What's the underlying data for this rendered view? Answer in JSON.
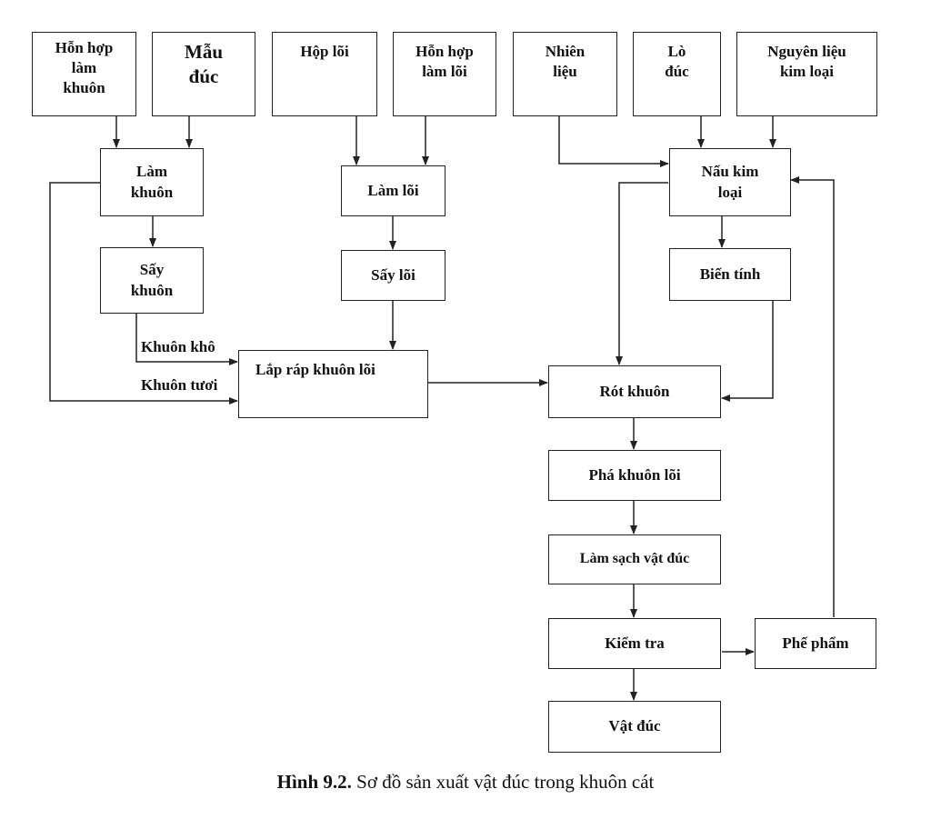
{
  "nodes": {
    "hon_hop_lam_khuon": "Hỗn hợp\nlàm\nkhuôn",
    "mau_duc": "Mẫu\nđúc",
    "hop_loi": "Hộp lõi",
    "hon_hop_lam_loi": "Hỗn hợp\nlàm lõi",
    "nhien_lieu": "Nhiên\nliệu",
    "lo_duc": "Lò\nđúc",
    "nguyen_lieu_kim_loai": "Nguyên liệu\nkim loại",
    "lam_khuon": "Làm\nkhuôn",
    "say_khuon": "Sấy\nkhuôn",
    "lam_loi": "Làm lõi",
    "say_loi": "Sấy lõi",
    "lap_rap_khuon_loi": "Lắp ráp khuôn lõi",
    "nau_kim_loai": "Nấu kim\nloại",
    "bien_tinh": "Biến tính",
    "rot_khuon": "Rót khuôn",
    "pha_khuon_loi": "Phá khuôn lõi",
    "lam_sach_vat_duc": "Làm sạch vật đúc",
    "kiem_tra": "Kiểm tra",
    "phe_pham": "Phế phẩm",
    "vat_duc": "Vật đúc"
  },
  "edge_labels": {
    "khuon_kho": "Khuôn khô",
    "khuon_tuoi": "Khuôn tươi"
  },
  "caption": {
    "number": "Hình 9.2.",
    "text": " Sơ đồ sản xuất vật đúc trong khuôn cát"
  }
}
